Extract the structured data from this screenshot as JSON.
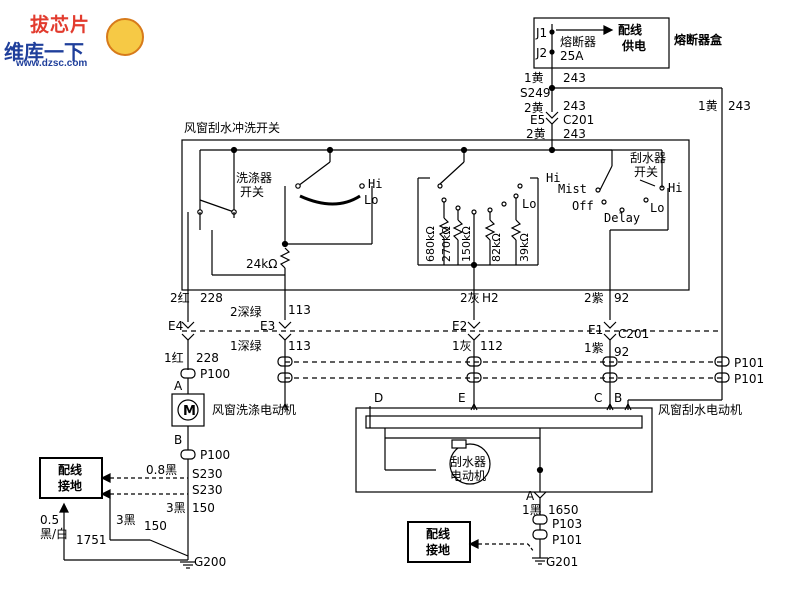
{
  "watermark": {
    "brand_top": "拔芯片",
    "brand_bottom": "维库一下",
    "url": "www.dzsc.com"
  },
  "fuse_box": {
    "title": "熔断器盒",
    "j1": "J1",
    "j2": "J2",
    "fuse_label": "熔断器",
    "fuse_rating": "25A",
    "supply_label_1": "配线",
    "supply_label_2": "供电"
  },
  "wiring": {
    "yellow_1": "1黄",
    "circuit_243": "243",
    "splice_s249": "S249",
    "yellow_2": "2黄",
    "conn_e5": "E5",
    "conn_c201": "C201",
    "yellow_2b": "2黄",
    "yellow_1_right": "1黄",
    "red_2": "2红",
    "circuit_228": "228",
    "dkgreen_2": "2深绿",
    "circuit_113": "113",
    "gray_2": "2灰",
    "circuit_h2": "H2",
    "purple_2": "2紫",
    "circuit_92": "92",
    "conn_e4": "E4",
    "conn_e3": "E3",
    "conn_e2": "E2",
    "conn_e1": "E1",
    "conn_c201b": "C201",
    "dkgreen_1": "1深绿",
    "red_1": "1红",
    "gray_1": "1灰",
    "circuit_112": "112",
    "purple_1": "1紫",
    "conn_p101_a": "P101",
    "conn_p101_b": "P101",
    "conn_p100_a": "P100",
    "conn_p100_b": "P100",
    "black_08": "0.8黑",
    "splice_s230_a": "S230",
    "splice_s230_b": "S230",
    "black_3a": "3黑",
    "circuit_150a": "150",
    "black_3b": "3黑",
    "circuit_150b": "150",
    "black_white": "0.5\n黑/白",
    "black_white_1": "0.5",
    "black_white_2": "黑/白",
    "circuit_1751": "1751",
    "ground_g200": "G200",
    "black_1": "1黑",
    "circuit_1650": "1650",
    "conn_p103": "P103",
    "conn_p101_c": "P101",
    "ground_g201": "G201"
  },
  "switch_box": {
    "title": "风窗刮水冲洗开关",
    "washer_switch_1": "洗涤器",
    "washer_switch_2": "开关",
    "wiper_switch_1": "刮水器",
    "wiper_switch_2": "开关",
    "hi_a": "Hi",
    "lo_a": "Lo",
    "hi_b": "Hi",
    "lo_b": "Lo",
    "hi_c": "Hi",
    "lo_c": "Lo",
    "mist": "Mist",
    "off": "Off",
    "delay": "Delay",
    "resistor_24k": "24kΩ",
    "r1": "680kΩ",
    "r2": "270kΩ",
    "r3": "150kΩ",
    "r4": "82kΩ",
    "r5": "39kΩ"
  },
  "washer_motor": {
    "label": "风窗洗涤电动机",
    "pin_a": "A",
    "pin_b": "B",
    "symbol": "M"
  },
  "wiper_motor": {
    "label": "风窗刮水电动机",
    "inner_1": "刮水器",
    "inner_2": "电动机",
    "pin_a": "A",
    "pin_b": "B",
    "pin_c": "C",
    "pin_d": "D",
    "pin_e": "E"
  },
  "ground_box_left": {
    "line1": "配线",
    "line2": "接地"
  },
  "ground_box_right": {
    "line1": "配线",
    "line2": "接地"
  }
}
